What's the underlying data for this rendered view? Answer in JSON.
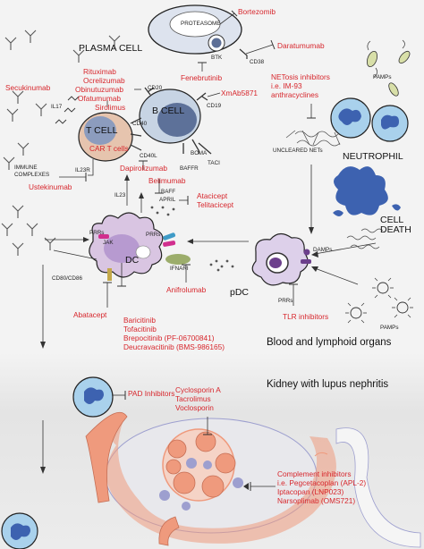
{
  "cells": {
    "plasma_cell": "PLASMA CELL",
    "b_cell": "B CELL",
    "t_cell": "T CELL",
    "neutrophil": "NEUTROPHIL",
    "cell_death": "CELL DEATH",
    "dc": "DC",
    "pdc": "pDC",
    "immune_complexes": "IMMUNE COMPLEXES",
    "uncleared_nets": "UNCLEARED NETs"
  },
  "receptors": {
    "proteasome": "PROTEASOME",
    "btk": "BTK",
    "cd38": "CD38",
    "cd20": "CD20",
    "cd19": "CD19",
    "il17": "IL17",
    "cd40": "CD40",
    "bcma": "BCMA",
    "cd40l": "CD40L",
    "taci": "TACI",
    "baffr": "BAFFR",
    "il23r": "IL23R",
    "il23": "IL23",
    "baff": "BAFF",
    "april": "APRIL",
    "prrs_dc": "PRRs",
    "prrs_dc2": "PRRs",
    "jak": "JAK",
    "ifnari": "IFNARI",
    "cd80_cd86": "CD80/CD86",
    "pamps_top": "PAMPs",
    "damps": "DAMPs",
    "pamps_bottom": "PAMPs",
    "prrs_pdc": "PRRs"
  },
  "drugs": {
    "bortezomib": "Bortezomib",
    "daratumumab": "Daratumumab",
    "anti_cd20": [
      "Rituximab",
      "Ocrelizumab",
      "Obinutuzumab",
      "Ofatumumab"
    ],
    "fenebrutinib": "Fenebrutinib",
    "secukinumab": "Secukinumab",
    "sirolimus": "Sirolimus",
    "xmab5871": "XmAb5871",
    "car_t": "CAR T cells",
    "dapirolizumab": "Dapirolizumab",
    "netosis": [
      "NETosis inhibitors",
      "i.e. IM-93",
      "anthracyclines"
    ],
    "belimumab": "Belimumab",
    "atacicept": [
      "Atacicept",
      "Telitacicept"
    ],
    "ustekinumab": "Ustekinumab",
    "abatacept": "Abatacept",
    "anifrolumab": "Anifrolumab",
    "jak_inhibitors": [
      "Baricitinib",
      "Tofacitinib",
      "Brepocitinib (PF-06700841)",
      "Deucravacitinib (BMS-986165)"
    ],
    "tlr": "TLR inhibitors",
    "pad": "PAD Inhibitors",
    "calcineurin": [
      "Cyclosporin A",
      "Tacrolimus",
      "Voclosporin"
    ],
    "complement": [
      "Complement inhibitors",
      "i.e. Pegcetacoplan (APL-2)",
      "Iptacopan (LNP023)",
      "Narsoplimab (OMS721)"
    ]
  },
  "sections": {
    "blood": "Blood and lymphoid organs",
    "kidney": "Kidney with lupus nephritis"
  },
  "colors": {
    "drug_red": "#d7262c",
    "plasma_cell": "#dde3ee",
    "b_cell": "#c7d4e4",
    "b_nucleus": "#5d7199",
    "t_cell": "#e6c4ae",
    "t_nucleus": "#8c9cbe",
    "dc": "#d9c5e2",
    "pdc": "#ddd0ea",
    "neutrophil": "#a9d1ec",
    "neutrophil_nucleus": "#3d62b0",
    "kidney_orange": "#ef9a7d",
    "kidney_blue": "#9d9fcf",
    "kidney_bg": "#ececec"
  }
}
